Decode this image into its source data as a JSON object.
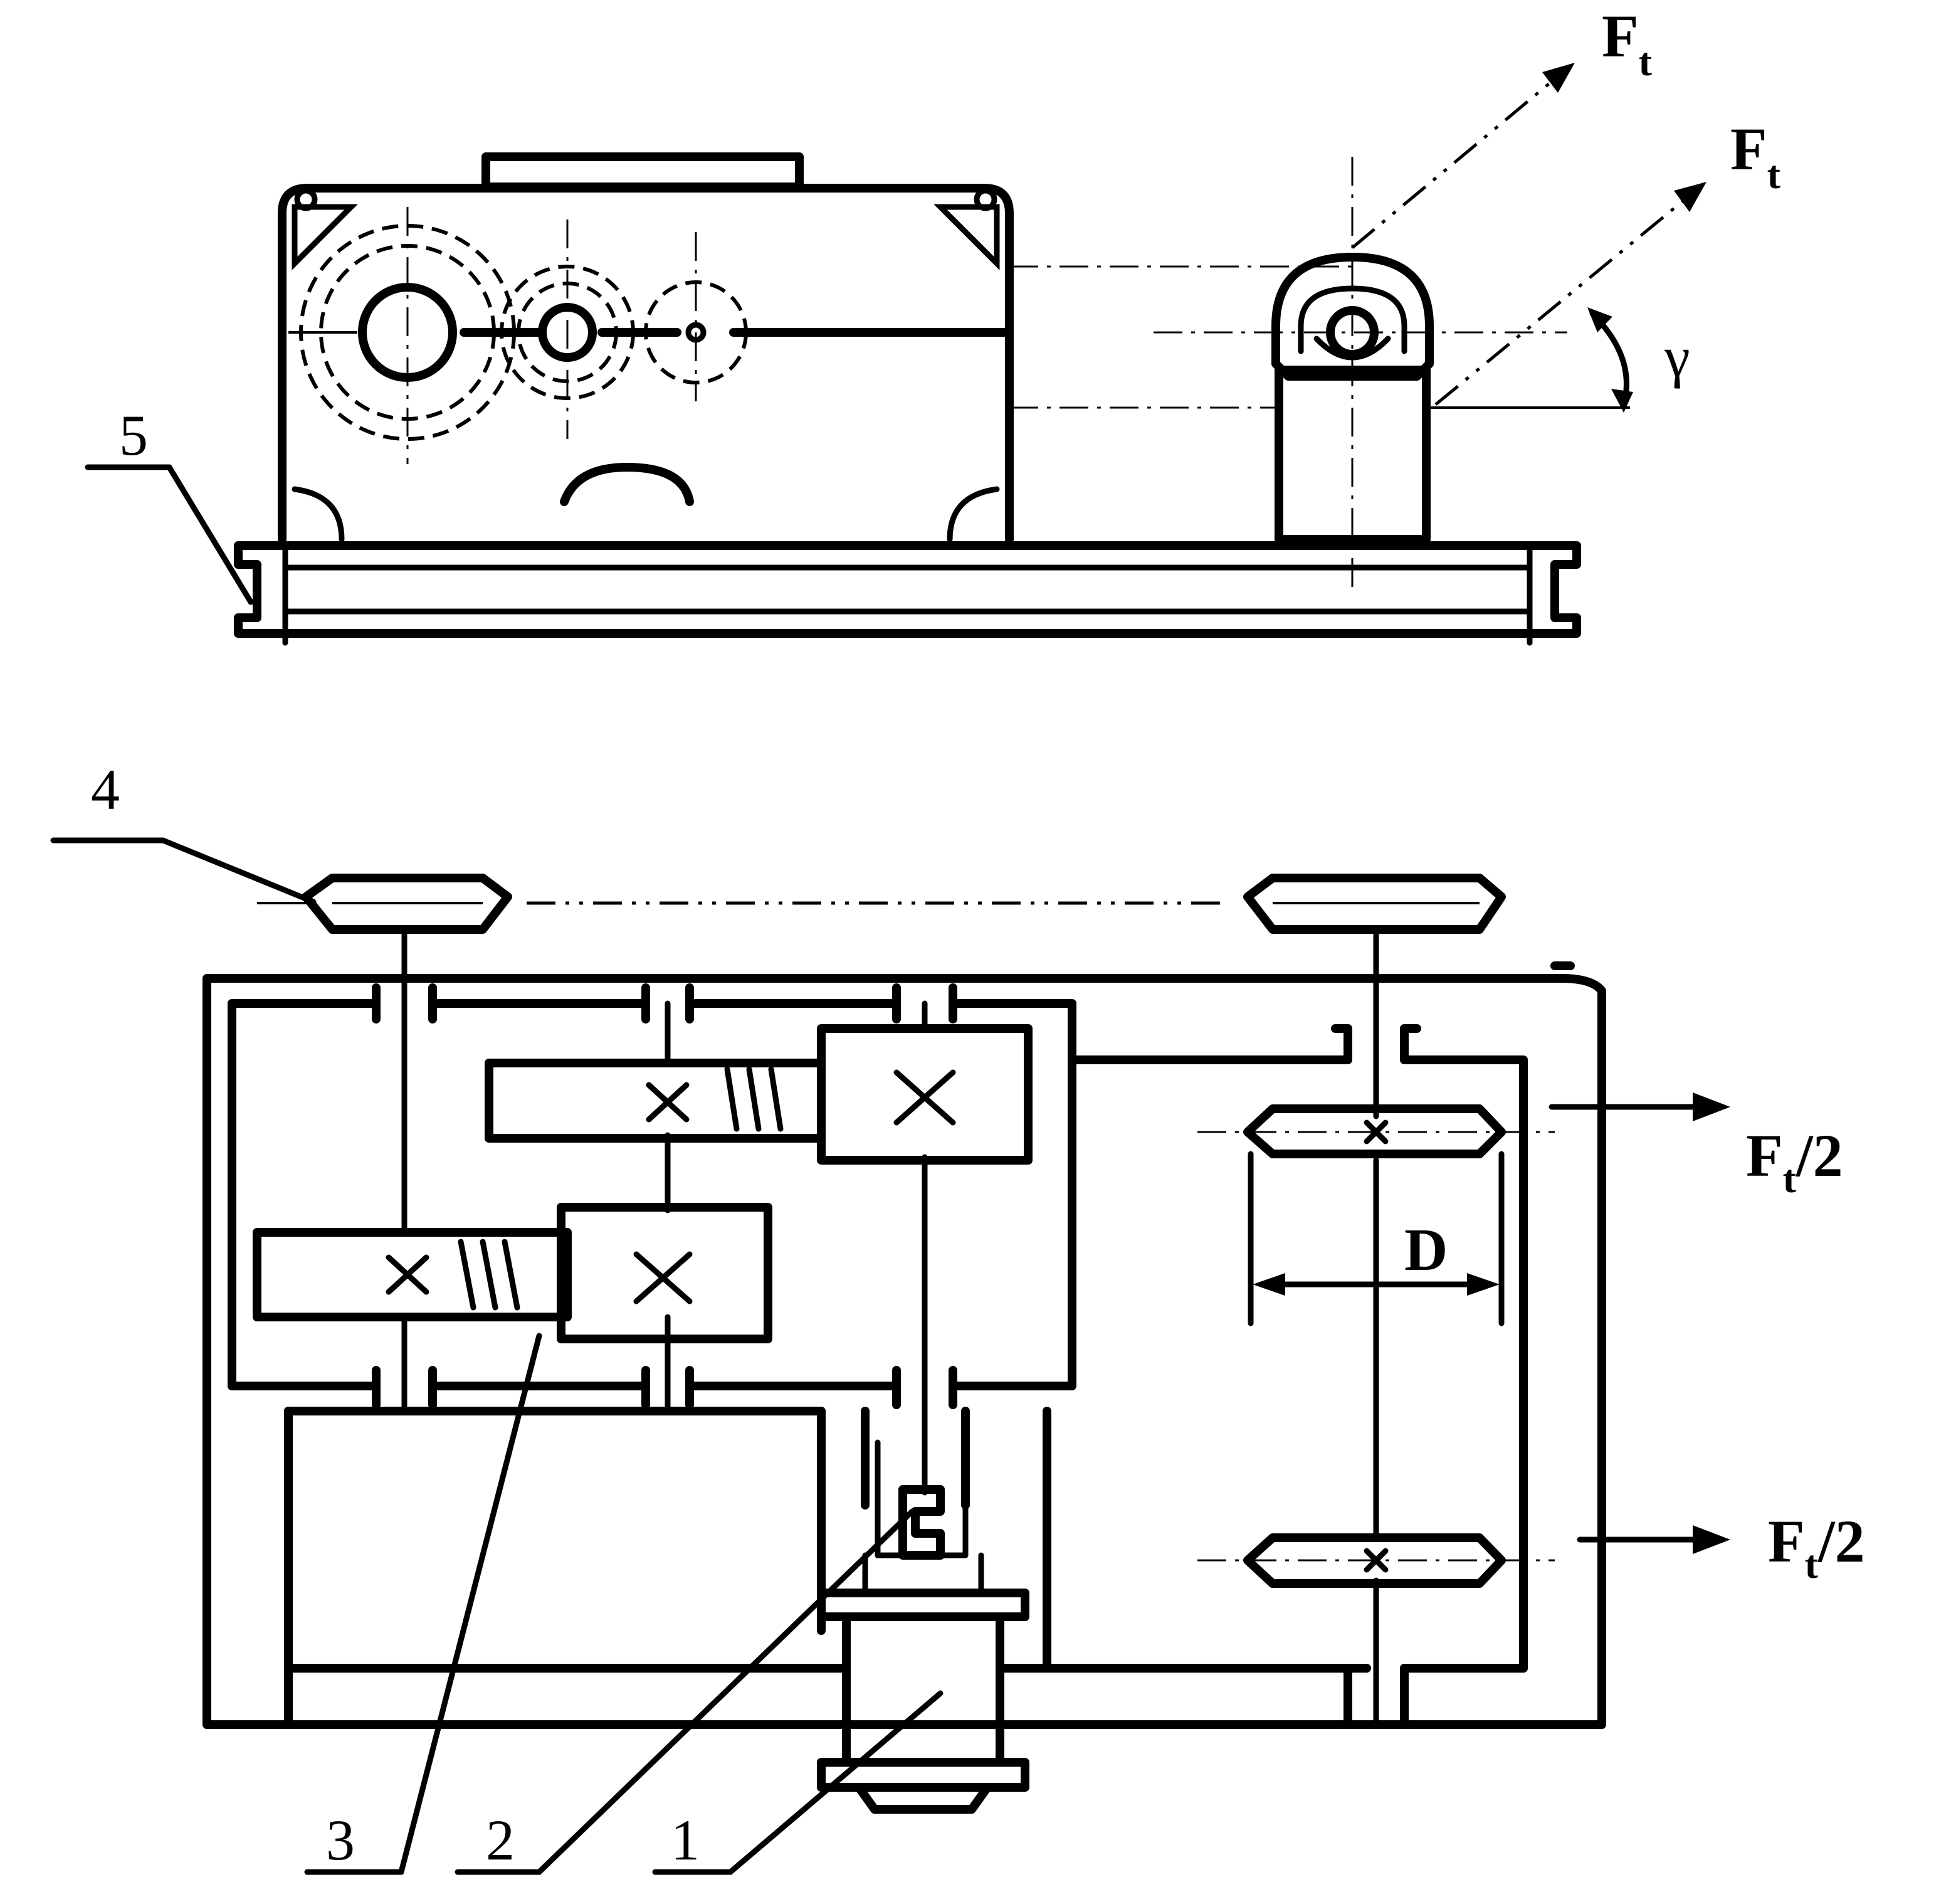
{
  "labels": {
    "ft_side_1": "F",
    "ft_side_2": "F",
    "ft_sub": "t",
    "gamma": "γ",
    "part_5": "5",
    "part_4": "4",
    "part_3": "3",
    "part_2": "2",
    "part_1": "1",
    "ft_half_1": "F",
    "ft_half_2": "F",
    "half_sub": "t",
    "half_den": "/2",
    "diameter": "D"
  }
}
